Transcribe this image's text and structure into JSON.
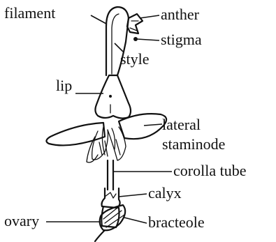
{
  "labels": {
    "filament": "filament",
    "anther": "anther",
    "stigma": "stigma",
    "style": "style",
    "lip": "lip",
    "lateral": "lateral",
    "staminode": "staminode",
    "corolla_tube": "corolla tube",
    "calyx": "calyx",
    "ovary": "ovary",
    "bracteole": "bracteole"
  },
  "colors": {
    "ink": "#111111",
    "background": "#ffffff"
  }
}
